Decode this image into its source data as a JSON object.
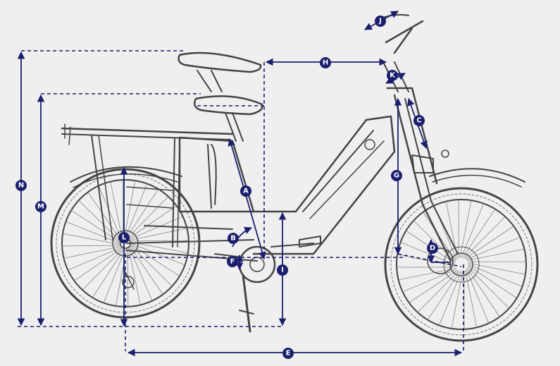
{
  "diagram": {
    "colors": {
      "background": "#efefef",
      "dimension": "#1a1f6e",
      "sketch": "#444444"
    },
    "dimension_labels": [
      "A",
      "B",
      "C",
      "D",
      "E",
      "F",
      "G",
      "H",
      "I",
      "J",
      "K",
      "L",
      "M",
      "N"
    ]
  }
}
